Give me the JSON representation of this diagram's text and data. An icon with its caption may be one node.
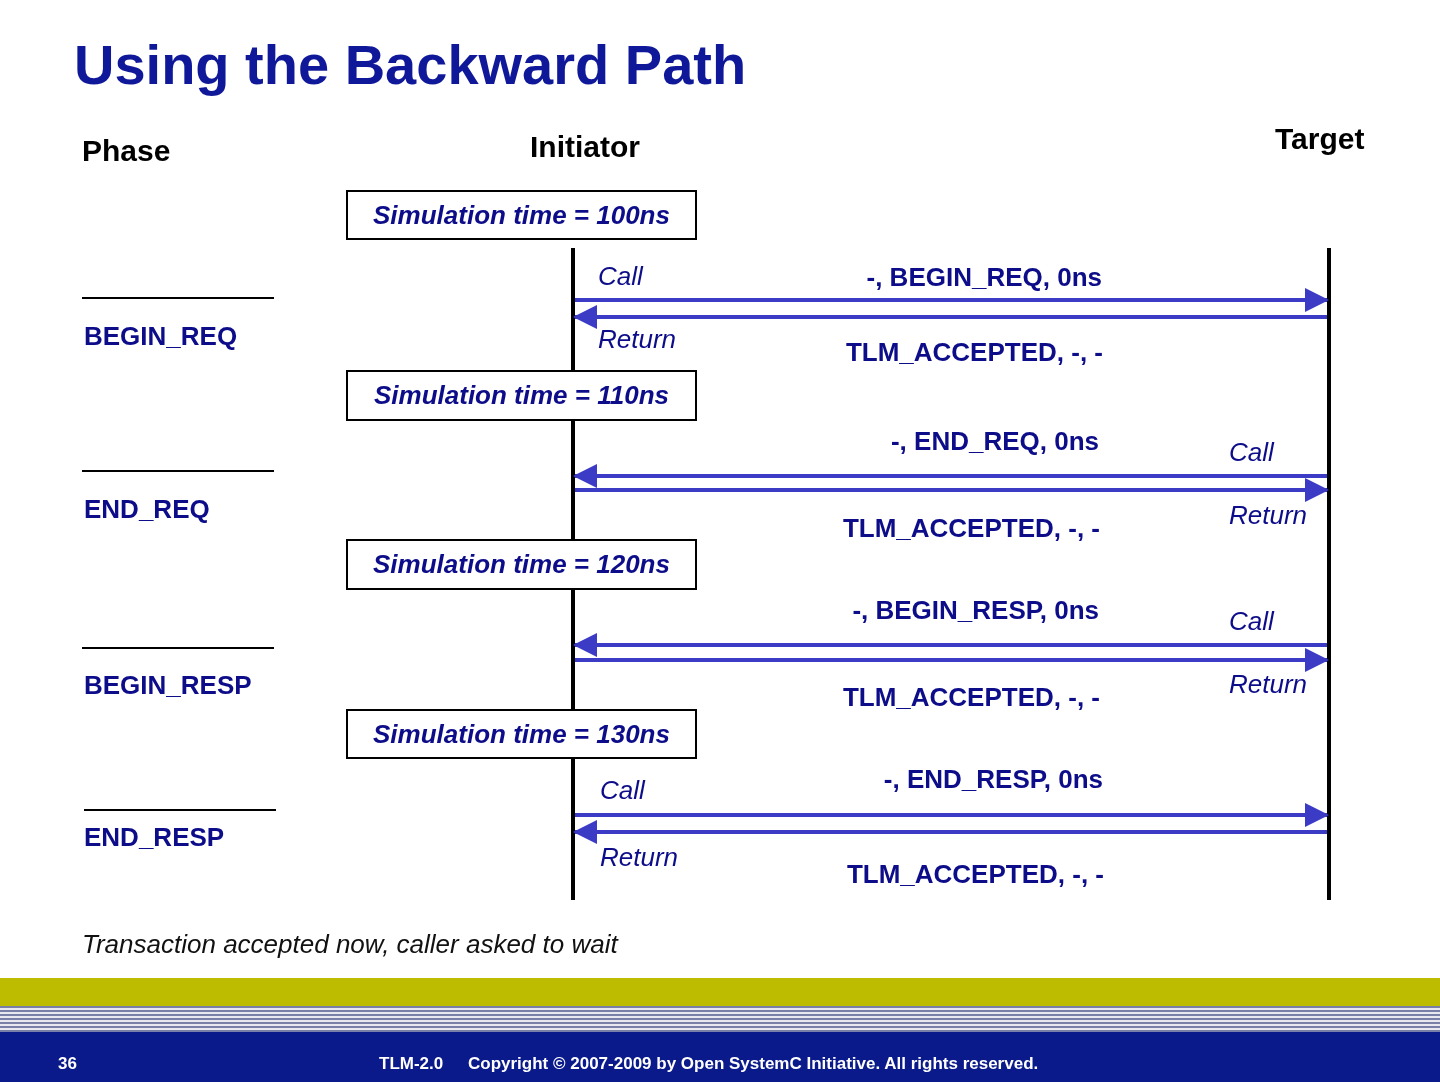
{
  "diagram": {
    "title": "Using the Backward Path",
    "nodes": [
      {
        "text": [],
        "shape": "bar"
      },
      {
        "text": [],
        "shape": "bar"
      },
      {
        "text": [
          "Simulation time = 100ns"
        ]
      },
      {
        "text": [
          "Simulation time = 110ns"
        ]
      },
      {
        "text": [
          "Simulation time = 120ns"
        ]
      },
      {
        "text": [
          "Simulation time = 130ns"
        ]
      }
    ],
    "edges": [
      {
        "from": 0,
        "to": 1,
        "arrow": "to",
        "label": "-, BEGIN_REQ, 0ns"
      },
      {
        "from": 1,
        "to": 0,
        "arrow": "to",
        "label": "TLM_ACCEPTED, -, -"
      },
      {
        "from": 1,
        "to": 0,
        "arrow": "to",
        "label": "-, END_REQ, 0ns"
      },
      {
        "from": 0,
        "to": 1,
        "arrow": "to",
        "label": "TLM_ACCEPTED, -, -"
      },
      {
        "from": 1,
        "to": 0,
        "arrow": "to",
        "label": "-, BEGIN_RESP, 0ns"
      },
      {
        "from": 0,
        "to": 1,
        "arrow": "to",
        "label": "TLM_ACCEPTED, -, -"
      },
      {
        "from": 0,
        "to": 1,
        "arrow": "to",
        "label": "-, END_RESP, 0ns"
      },
      {
        "from": 1,
        "to": 0,
        "arrow": "to",
        "label": "TLM_ACCEPTED, -, -"
      }
    ],
    "labels": [
      "Phase",
      "Initiator",
      "Target",
      "Call",
      "BEGIN_REQ",
      "Return",
      "Call",
      "END_REQ",
      "Return",
      "Call",
      "BEGIN_RESP",
      "Return",
      "Call",
      "END_RESP",
      "Return",
      "Transaction accepted now, caller asked to wait",
      "36",
      "TLM-2.0",
      "Copyright © 2007-2009 by  Open SystemC Initiative. All rights reserved."
    ]
  }
}
